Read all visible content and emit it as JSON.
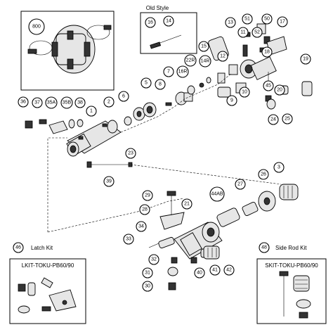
{
  "old_style_label": "Old Style",
  "latch_kit": {
    "number": "46",
    "title": "Latch Kit",
    "code": "LKIT-TOKU-PB60/90"
  },
  "side_rod_kit": {
    "number": "48",
    "title": "Side Rod Kit",
    "code": "SKIT-TOKU-PB60/90"
  },
  "callouts": {
    "c800": "800",
    "c16": "16",
    "c14": "14",
    "c13": "13",
    "c51": "51",
    "c50": "50",
    "c11": "11",
    "c52": "52",
    "c17": "17",
    "c15": "15",
    "c12": "12",
    "c18": "18",
    "c19": "19",
    "c22r": "22R",
    "c14r": "14R",
    "c16r": "16R",
    "c7": "7",
    "c45": "45",
    "c20": "20",
    "c10": "10",
    "c9": "9",
    "c24": "24",
    "c25": "25",
    "c36": "36",
    "c37": "37",
    "c35a": "35A",
    "c35b": "35B",
    "c38": "38",
    "c1": "1",
    "c2": "2",
    "c6": "6",
    "c5": "5",
    "c8": "8",
    "c23": "23",
    "c39": "39",
    "c26": "26",
    "c3": "3",
    "c29": "29",
    "c44ab": "44AB",
    "c27": "27",
    "c28": "28",
    "c21": "21",
    "c34": "34",
    "c33": "33",
    "c32": "32",
    "c31": "31",
    "c30": "30",
    "c40": "40",
    "c41": "41",
    "c42": "42"
  }
}
